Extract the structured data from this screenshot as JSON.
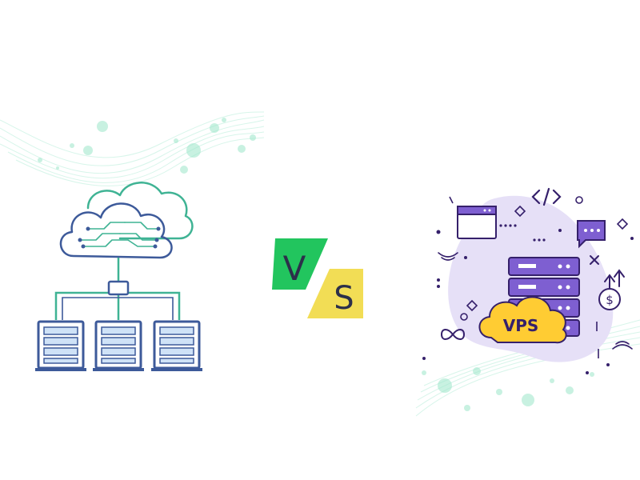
{
  "vs_badge": {
    "v_letter": "V",
    "s_letter": "S",
    "v_color": "#22c55e",
    "s_color": "#f2dd55"
  },
  "vps_label": "VPS",
  "cloud_illustration": {
    "icons": [
      "cloud-icon",
      "network-hub-icon",
      "server-rack-icon"
    ],
    "colors": {
      "cloud_outline": "#3d5a9a",
      "cloud_accent": "#3fb394",
      "server": "#3d5a9a"
    }
  },
  "vps_illustration": {
    "icons": [
      "browser-window-icon",
      "code-icon",
      "chat-bubble-icon",
      "close-icon",
      "dollar-coin-icon",
      "infinity-icon",
      "wifi-signal-icon"
    ],
    "colors": {
      "blob": "#e6e0f7",
      "server": "#7e5fd1",
      "outline": "#35206b",
      "cloud_badge": "#ffcc33"
    }
  }
}
